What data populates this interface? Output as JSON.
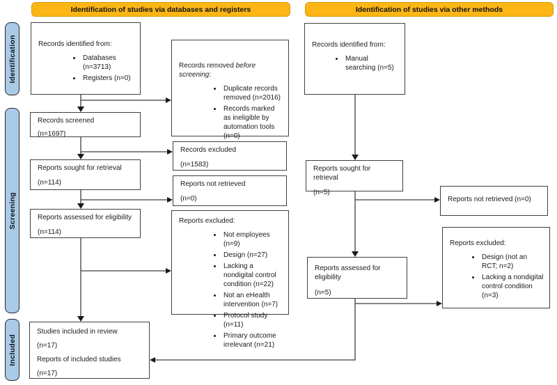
{
  "headers": {
    "databases": "Identification of studies via databases and registers",
    "other": "Identification of studies via other methods"
  },
  "stages": {
    "identification": "Identification",
    "screening": "Screening",
    "included": "Included"
  },
  "colors": {
    "header_fill": "#FBB615",
    "header_border": "#D79B00",
    "stage_fill": "#A9CBE8",
    "box_border": "#3F3F3F",
    "connector_line": "#3C3C3C"
  },
  "boxes": {
    "db_identified": {
      "label": "Records identified from:",
      "items": [
        "Databases (n=3713)",
        "Registers (n=0)"
      ]
    },
    "removed": {
      "label_prefix": "Records removed ",
      "label_italic": "before screening",
      "label_suffix": ":",
      "items": [
        "Duplicate records removed (n=2016)",
        "Records marked as ineligible by automation tools (n=0)"
      ]
    },
    "screened": {
      "label": "Records screened",
      "count": "(n=1697)"
    },
    "records_excluded": {
      "label": "Records excluded",
      "count": "(n=1583)"
    },
    "sought": {
      "label": "Reports sought for retrieval",
      "count": "(n=114)"
    },
    "not_retrieved": {
      "label": "Reports not retrieved",
      "count": "(n=0)"
    },
    "assessed": {
      "label": "Reports assessed for eligibility",
      "count": "(n=114)"
    },
    "reports_excluded": {
      "label": "Reports excluded:",
      "items": [
        "Not employees (n=9)",
        "Design (n=27)",
        "Lacking a nondigital control condition (n=22)",
        "Not an eHealth intervention (n=7)",
        "Protocol study (n=11)",
        "Primary outcome irrelevant (n=21)"
      ]
    },
    "included": {
      "line1": "Studies included in review",
      "count1": "(n=17)",
      "line2": "Reports of included studies",
      "count2": "(n=17)"
    },
    "other_identified": {
      "label": "Records identified from:",
      "items": [
        "Manual searching (n=5)"
      ]
    },
    "other_sought": {
      "label": "Reports sought for retrieval",
      "count": "(n=5)"
    },
    "other_not_retrieved": {
      "label": "Reports not retrieved (n=0)"
    },
    "other_reports_excluded": {
      "label": "Reports excluded:",
      "items": [
        "Design (not an RCT; n=2)",
        "Lacking a nondigital control condition (n=3)"
      ]
    },
    "other_assessed": {
      "label": "Reports assessed for eligibility",
      "count": "(n=5)"
    }
  }
}
